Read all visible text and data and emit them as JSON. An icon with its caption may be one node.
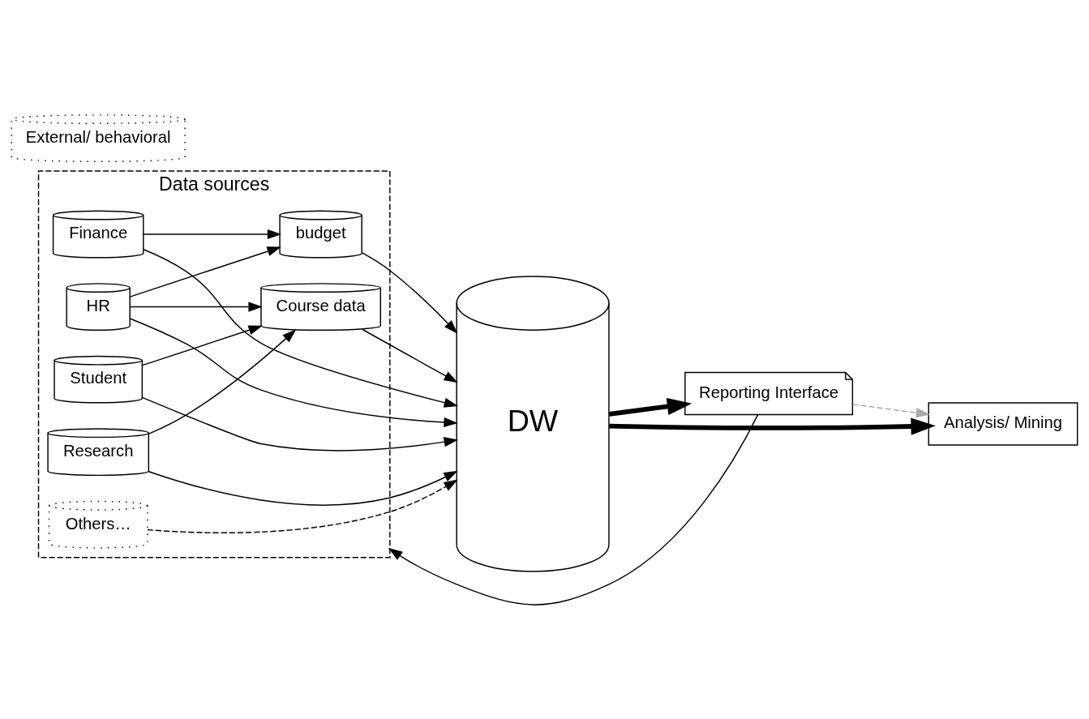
{
  "diagram": {
    "nodes": [
      {
        "text": [
          "Data sources"
        ]
      },
      {
        "text": [
          "Finance"
        ],
        "in": 0
      },
      {
        "text": [
          "budget"
        ],
        "in": 0
      },
      {
        "text": [
          "HR"
        ],
        "in": 0
      },
      {
        "text": [
          "Course data"
        ],
        "in": 0
      },
      {
        "text": [
          "Student"
        ],
        "in": 0
      },
      {
        "text": [
          "Research"
        ],
        "in": 0
      },
      {
        "text": [
          "Others…"
        ],
        "in": 0
      },
      {
        "text": [
          "DW"
        ]
      },
      {
        "text": [
          "External/ behavioral"
        ]
      },
      {
        "text": [
          "Reporting Interface"
        ]
      },
      {
        "text": [
          "Analysis/ Mining"
        ]
      }
    ],
    "edges": [
      {
        "from": 1,
        "to": 8,
        "arrow": "to"
      },
      {
        "from": 1,
        "to": 2,
        "arrow": "to"
      },
      {
        "from": 2,
        "to": 8,
        "arrow": "to"
      },
      {
        "from": 3,
        "to": 2,
        "arrow": "to"
      },
      {
        "from": 3,
        "to": 8,
        "arrow": "to"
      },
      {
        "from": 3,
        "to": 4,
        "arrow": "to"
      },
      {
        "from": 4,
        "to": 8,
        "arrow": "to"
      },
      {
        "from": 5,
        "to": 4,
        "arrow": "to"
      },
      {
        "from": 5,
        "to": 8,
        "arrow": "to"
      },
      {
        "from": 6,
        "to": 4,
        "arrow": "to"
      },
      {
        "from": 6,
        "to": 8,
        "arrow": "to"
      },
      {
        "from": 7,
        "to": 8,
        "arrow": "to",
        "style": "dashed"
      },
      {
        "from": 8,
        "to": 10,
        "arrow": "to",
        "style": "thick"
      },
      {
        "from": 8,
        "to": 11,
        "arrow": "to",
        "style": "thick"
      },
      {
        "from": 10,
        "to": 11,
        "arrow": "to",
        "style": "dashed",
        "color": "#aaaaaa"
      },
      {
        "from": 10,
        "to": 0,
        "arrow": "to"
      }
    ]
  }
}
